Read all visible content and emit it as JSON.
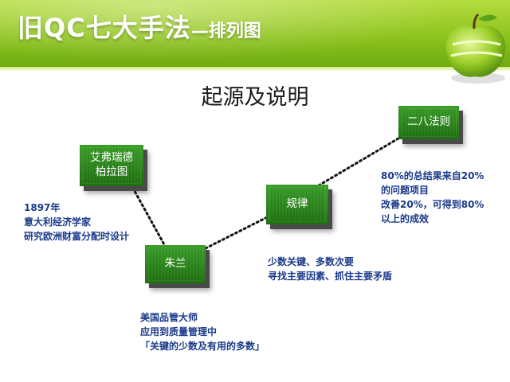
{
  "header": {
    "title_main": "旧QC七大手法",
    "title_sub": "—排列图"
  },
  "subtitle": "起源及说明",
  "nodes": {
    "pareto": "艾弗瑞德\n柏拉图",
    "juran": "朱兰",
    "rule": "规律",
    "eighty_twenty": "二八法则"
  },
  "notes": {
    "pareto": [
      "1897年",
      "意大利经济学家",
      "研究欧洲财富分配时设计"
    ],
    "juran": [
      "美国品管大师",
      "应用到质量管理中",
      "「关键的少数及有用的多数」"
    ],
    "rule": [
      "少数关键、多数次要",
      "寻找主要因素、抓住主要矛盾"
    ],
    "eighty_twenty": [
      "80%的总结果来自20%",
      "的问题项目",
      "改善20%，可得到80%",
      "以上的成效"
    ]
  },
  "colors": {
    "header_green": "#8cc21c",
    "node_green": "#2a8a1c",
    "note_blue": "#1a3a8a"
  }
}
